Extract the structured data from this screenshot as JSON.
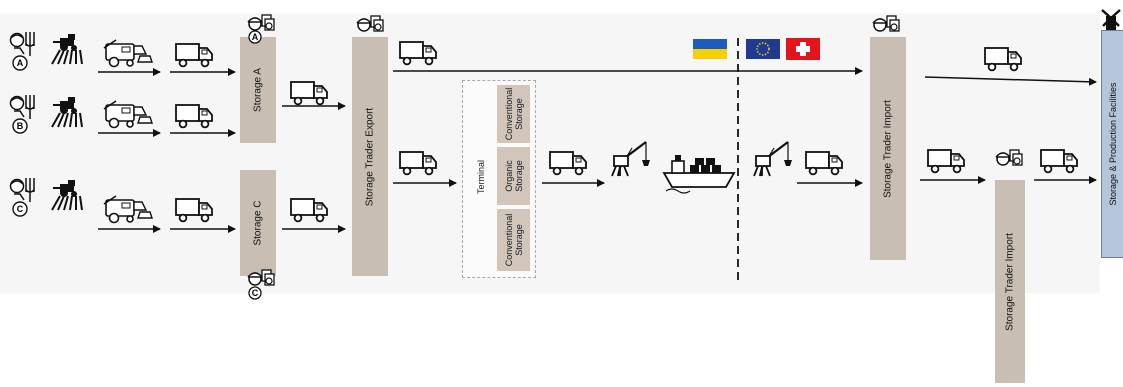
{
  "nodes": {
    "storage_a": "Storage A",
    "storage_c": "Storage C",
    "storage_trader_export": "Storage Trader Export",
    "terminal": "Terminal",
    "conventional_storage_top_1": "Conventional",
    "conventional_storage_top_2": "Storage",
    "organic_storage_1": "Organic",
    "organic_storage_2": "Storage",
    "conventional_storage_bottom_1": "Conventional",
    "conventional_storage_bottom_2": "Storage",
    "storage_trader_import_main": "Storage Trader Import",
    "storage_trader_import_secondary": "Storage Trader Import",
    "storage_production_facilities": "Storage & Production Facilities"
  },
  "farm_letters": [
    "A",
    "B",
    "C"
  ],
  "storage_letters": {
    "a": "A",
    "c": "C"
  },
  "flags": [
    {
      "name": "ukraine-flag",
      "colors": [
        "#1d5bbf",
        "#f5d000"
      ]
    },
    {
      "name": "eu-flag",
      "colors": [
        "#1f3a93",
        "#f5d000"
      ]
    },
    {
      "name": "switzerland-flag",
      "colors": [
        "#e3141b",
        "#ffffff"
      ]
    }
  ],
  "colors": {
    "storage_box": "#c9beb3",
    "facility_box": "#b4c6dc",
    "border_line": "#111111"
  }
}
